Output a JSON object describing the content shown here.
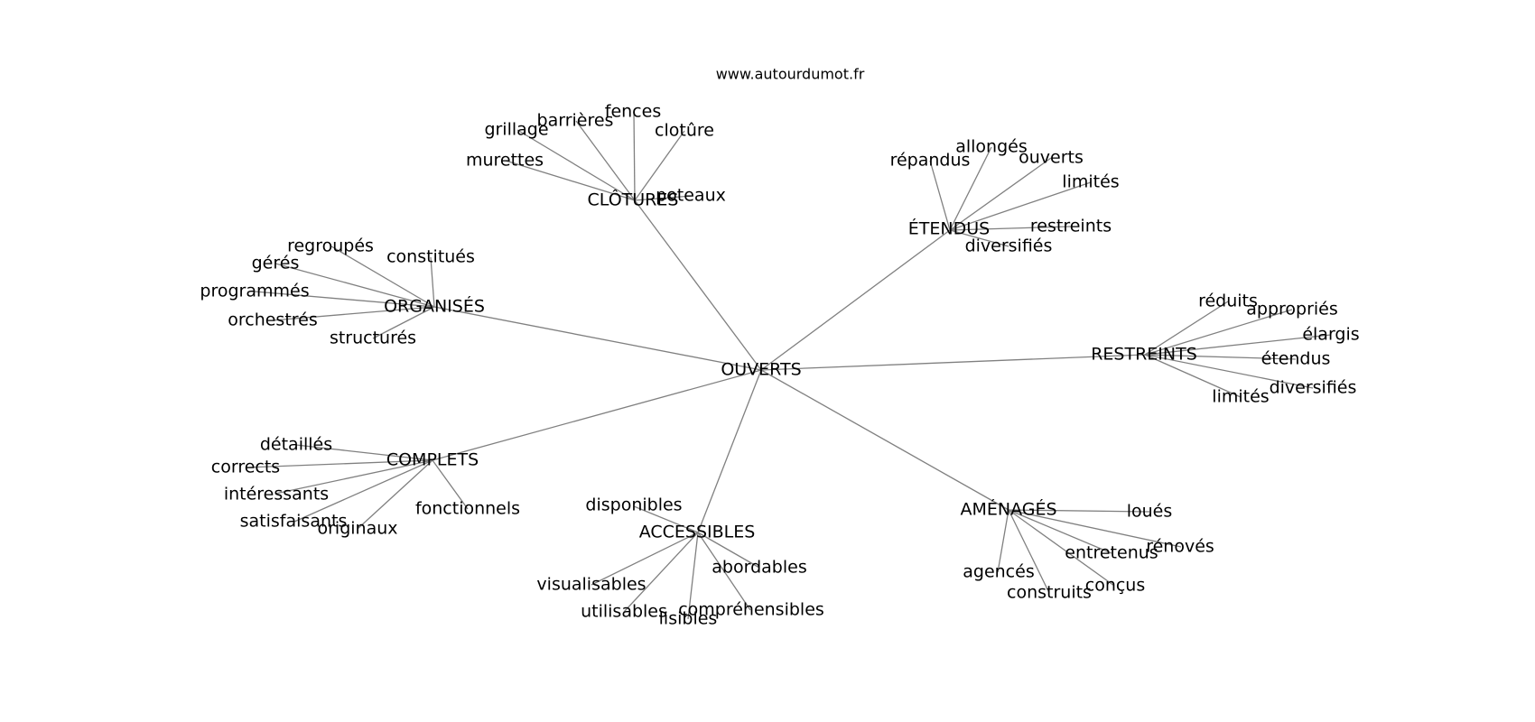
{
  "source": "www.autourdumot.fr",
  "graph": {
    "root": "OUVERTS",
    "clusters": [
      {
        "hub": "CLÔTURES",
        "words": [
          "fences",
          "clotûre",
          "barrières",
          "grillage",
          "murettes",
          "poteaux"
        ]
      },
      {
        "hub": "ÉTENDUS",
        "words": [
          "allongés",
          "répandus",
          "ouverts",
          "limités",
          "restreints",
          "diversifiés"
        ]
      },
      {
        "hub": "ORGANISÉS",
        "words": [
          "regroupés",
          "constitués",
          "gérés",
          "programmés",
          "orchestrés",
          "structurés"
        ]
      },
      {
        "hub": "RESTREINTS",
        "words": [
          "réduits",
          "appropriés",
          "élargis",
          "étendus",
          "diversifiés",
          "limités"
        ]
      },
      {
        "hub": "COMPLETS",
        "words": [
          "détaillés",
          "corrects",
          "intéressants",
          "satisfaisants",
          "originaux",
          "fonctionnels"
        ]
      },
      {
        "hub": "ACCESSIBLES",
        "words": [
          "disponibles",
          "abordables",
          "visualisables",
          "utilisables",
          "lisibles",
          "compréhensibles"
        ]
      },
      {
        "hub": "AMÉNAGÉS",
        "words": [
          "loués",
          "rénovés",
          "entretenus",
          "agencés",
          "construits",
          "conçus"
        ]
      }
    ]
  }
}
